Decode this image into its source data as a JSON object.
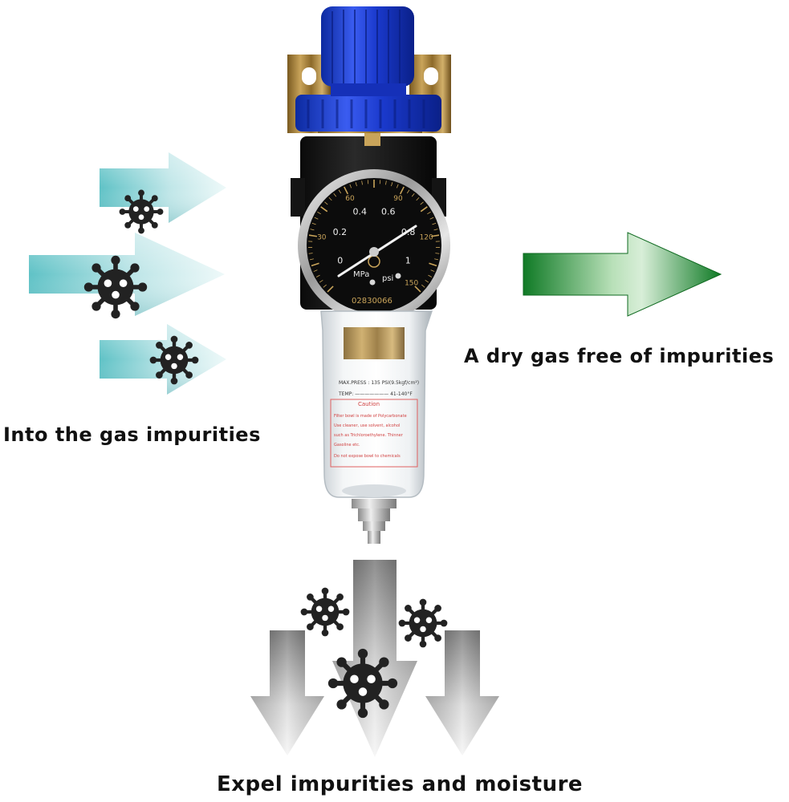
{
  "captions": {
    "inlet": "Into the gas impurities",
    "outlet": "A dry gas free of impurities",
    "drain": "Expel impurities and moisture"
  },
  "gauge": {
    "scale_mpa": [
      "0",
      "0.2",
      "0.4",
      "0.6",
      "0.8",
      "1"
    ],
    "scale_psi": [
      "30",
      "60",
      "90",
      "120",
      "150"
    ],
    "unit_mpa": "MPa",
    "unit_psi": "psi",
    "serial": "02830066"
  },
  "bowl_label": {
    "max_press": "MAX.PRESS : 135 PSI(9.5kgf/cm²)",
    "temp": "TEMP: ——————— 41-140°F",
    "caution": "Caution",
    "line1": "Filter bowl is made of Polycarbonate",
    "line2": "Use cleaner, use solvent, alcohol",
    "line3": "such as Trichloroethylene. Thinner",
    "line4": "Gasoline etc.",
    "line5": "Do not expose bowl to chemicals"
  },
  "colors": {
    "inlet_arrow": "#48b8b8",
    "outlet_arrow": "#1a8a2a",
    "drain_arrow": "#8a8a8a",
    "knob": "#1f3fd0",
    "germ": "#222222"
  },
  "icons": [
    "germ-icon"
  ]
}
